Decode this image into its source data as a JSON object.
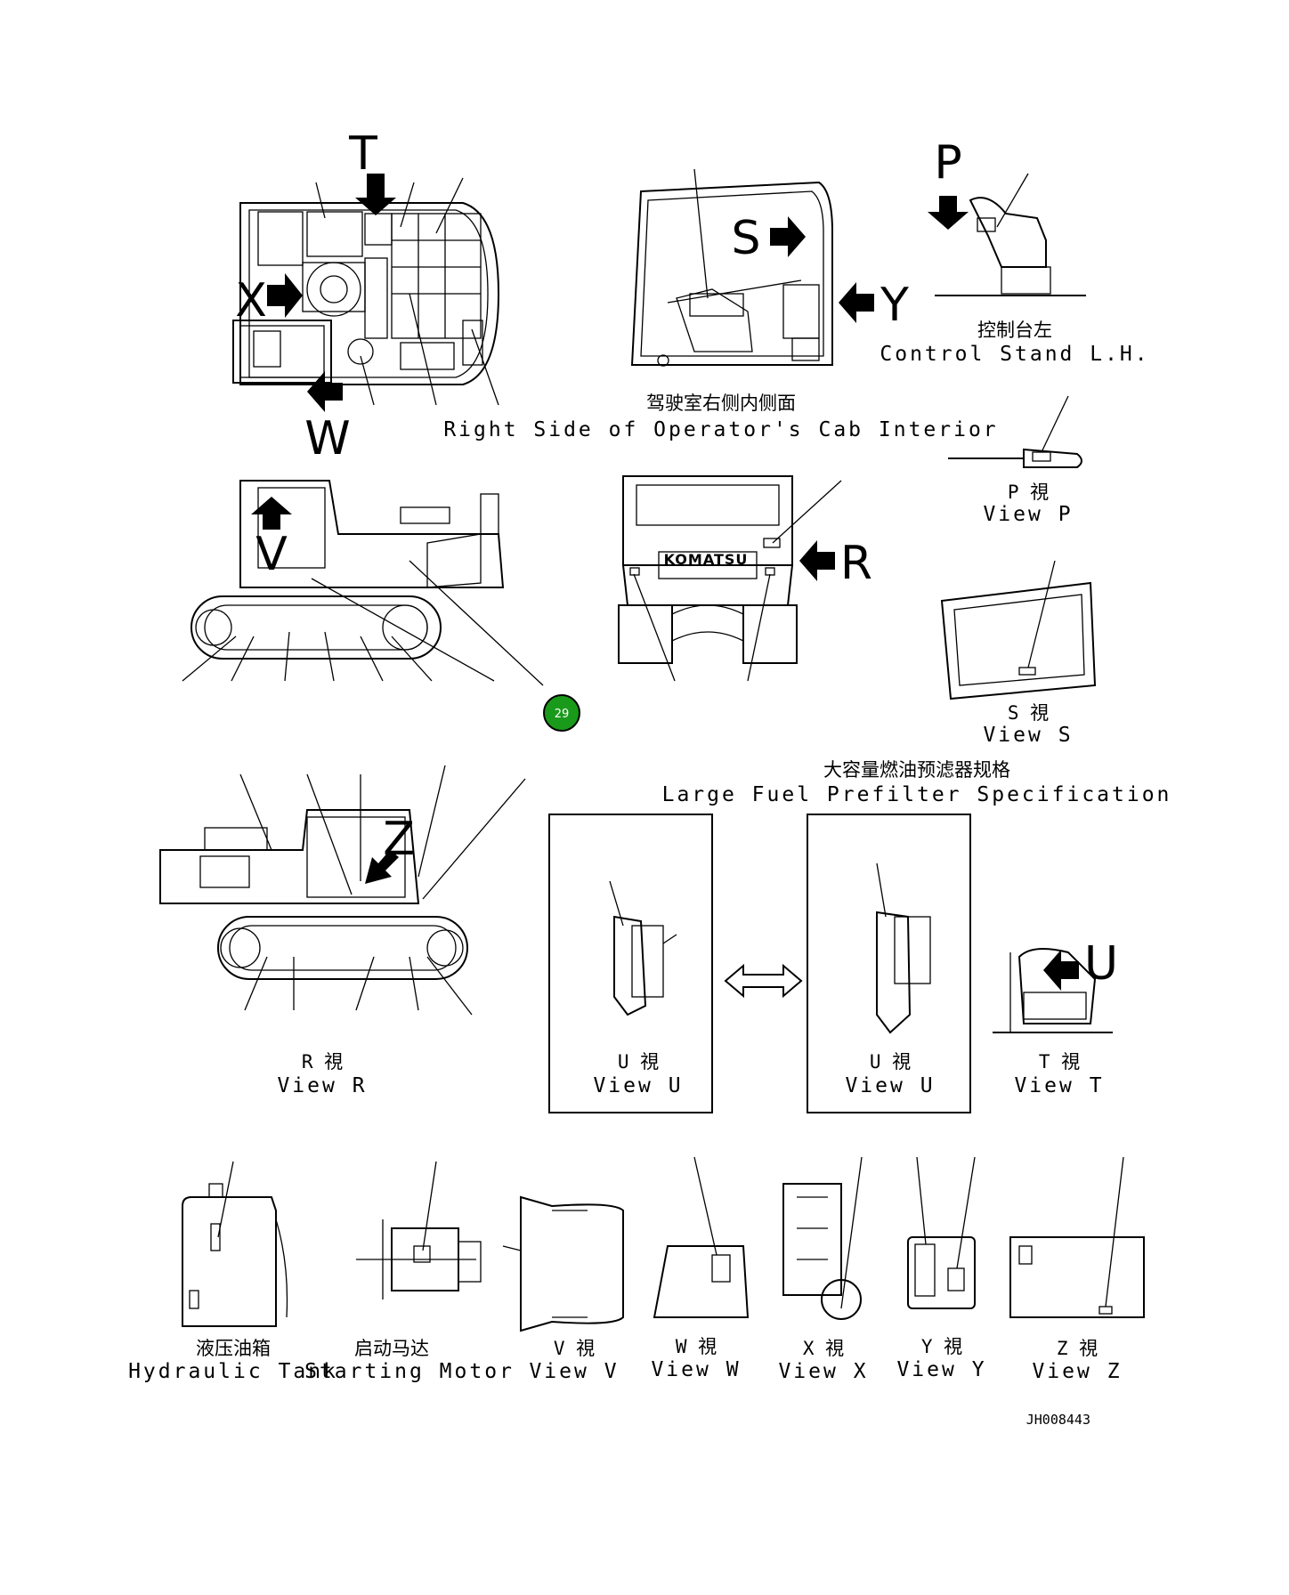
{
  "callout": {
    "number": "29",
    "color": "#1a9a1a"
  },
  "letters": {
    "T": "T",
    "X": "X",
    "W": "W",
    "S": "S",
    "Y": "Y",
    "P": "P",
    "V": "V",
    "R": "R",
    "Z": "Z",
    "U": "U"
  },
  "captions": {
    "cab_interior_cn": "驾驶室右侧内侧面",
    "cab_interior_en": "Right Side of Operator's Cab Interior",
    "control_stand_cn": "控制台左",
    "control_stand_en": "Control Stand L.H.",
    "view_p_cn": "P  視",
    "view_p_en": "View P",
    "view_s_cn": "S  視",
    "view_s_en": "View S",
    "view_r_cn": "R  視",
    "view_r_en": "View R",
    "prefilter_cn": "大容量燃油预滤器规格",
    "prefilter_en": "Large Fuel Prefilter Specification",
    "view_u1_cn": "U  視",
    "view_u1_en": "View U",
    "view_u2_cn": "U  視",
    "view_u2_en": "View U",
    "view_t_cn": "T  視",
    "view_t_en": "View T",
    "hyd_tank_cn": "液压油箱",
    "hyd_tank_en": "Hydraulic Tank",
    "start_motor_cn": "启动马达",
    "start_motor_en": "Starting Motor",
    "view_v_cn": "V  視",
    "view_v_en": "View V",
    "view_w_cn": "W  視",
    "view_w_en": "View W",
    "view_x_cn": "X  視",
    "view_x_en": "View X",
    "view_y_cn": "Y  視",
    "view_y_en": "View Y",
    "view_z_cn": "Z  視",
    "view_z_en": "View Z"
  },
  "brand_label": "KOMATSU",
  "drawing_id": "JH008443"
}
